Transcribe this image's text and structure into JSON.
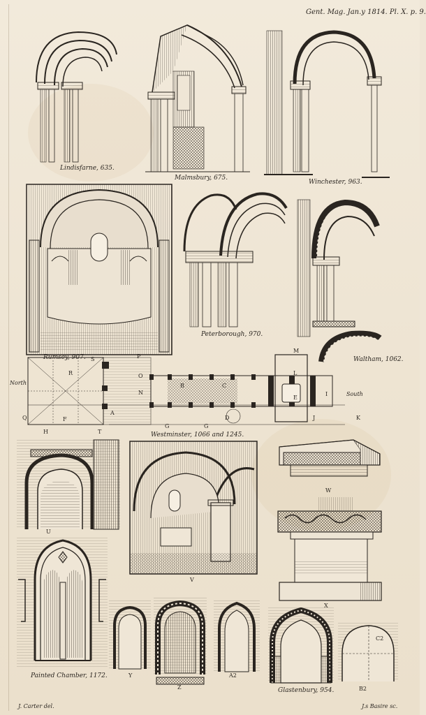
{
  "header": {
    "citation": "Gent. Mag. Jan.y 1814. Pl. X. p. 9."
  },
  "figures": {
    "lindisfarne": "Lindisfarne, 635.",
    "malmsbury": "Malmsbury, 675.",
    "winchester": "Winchester, 963.",
    "rumsey": "Rumsey, 907.",
    "peterborough": "Peterborough, 970.",
    "waltham": "Waltham, 1062.",
    "westminster": "Westminster, 1066 and 1245.",
    "painted_chamber": "Painted Chamber, 1172.",
    "glastenbury": "Glastenbury, 954."
  },
  "plan_labels": {
    "north": "North",
    "south": "South",
    "M": "M",
    "L": "L",
    "E": "E",
    "I": "I",
    "J": "J",
    "K": "K",
    "D": "D",
    "S": "S",
    "R": "R",
    "P": "P",
    "O": "O",
    "N": "N",
    "B": "B",
    "C": "C",
    "Q": "Q",
    "F": "F",
    "H": "H",
    "T": "T",
    "A": "A",
    "G": "G",
    "G2": "G"
  },
  "letters": {
    "U": "U",
    "V": "V",
    "W": "W",
    "X": "X",
    "Y": "Y",
    "Z": "Z",
    "A2": "A2",
    "B2": "B2",
    "C2": "C2"
  },
  "footer": {
    "artist": "J. Carter del.",
    "engraver": "J.s Basire sc."
  }
}
